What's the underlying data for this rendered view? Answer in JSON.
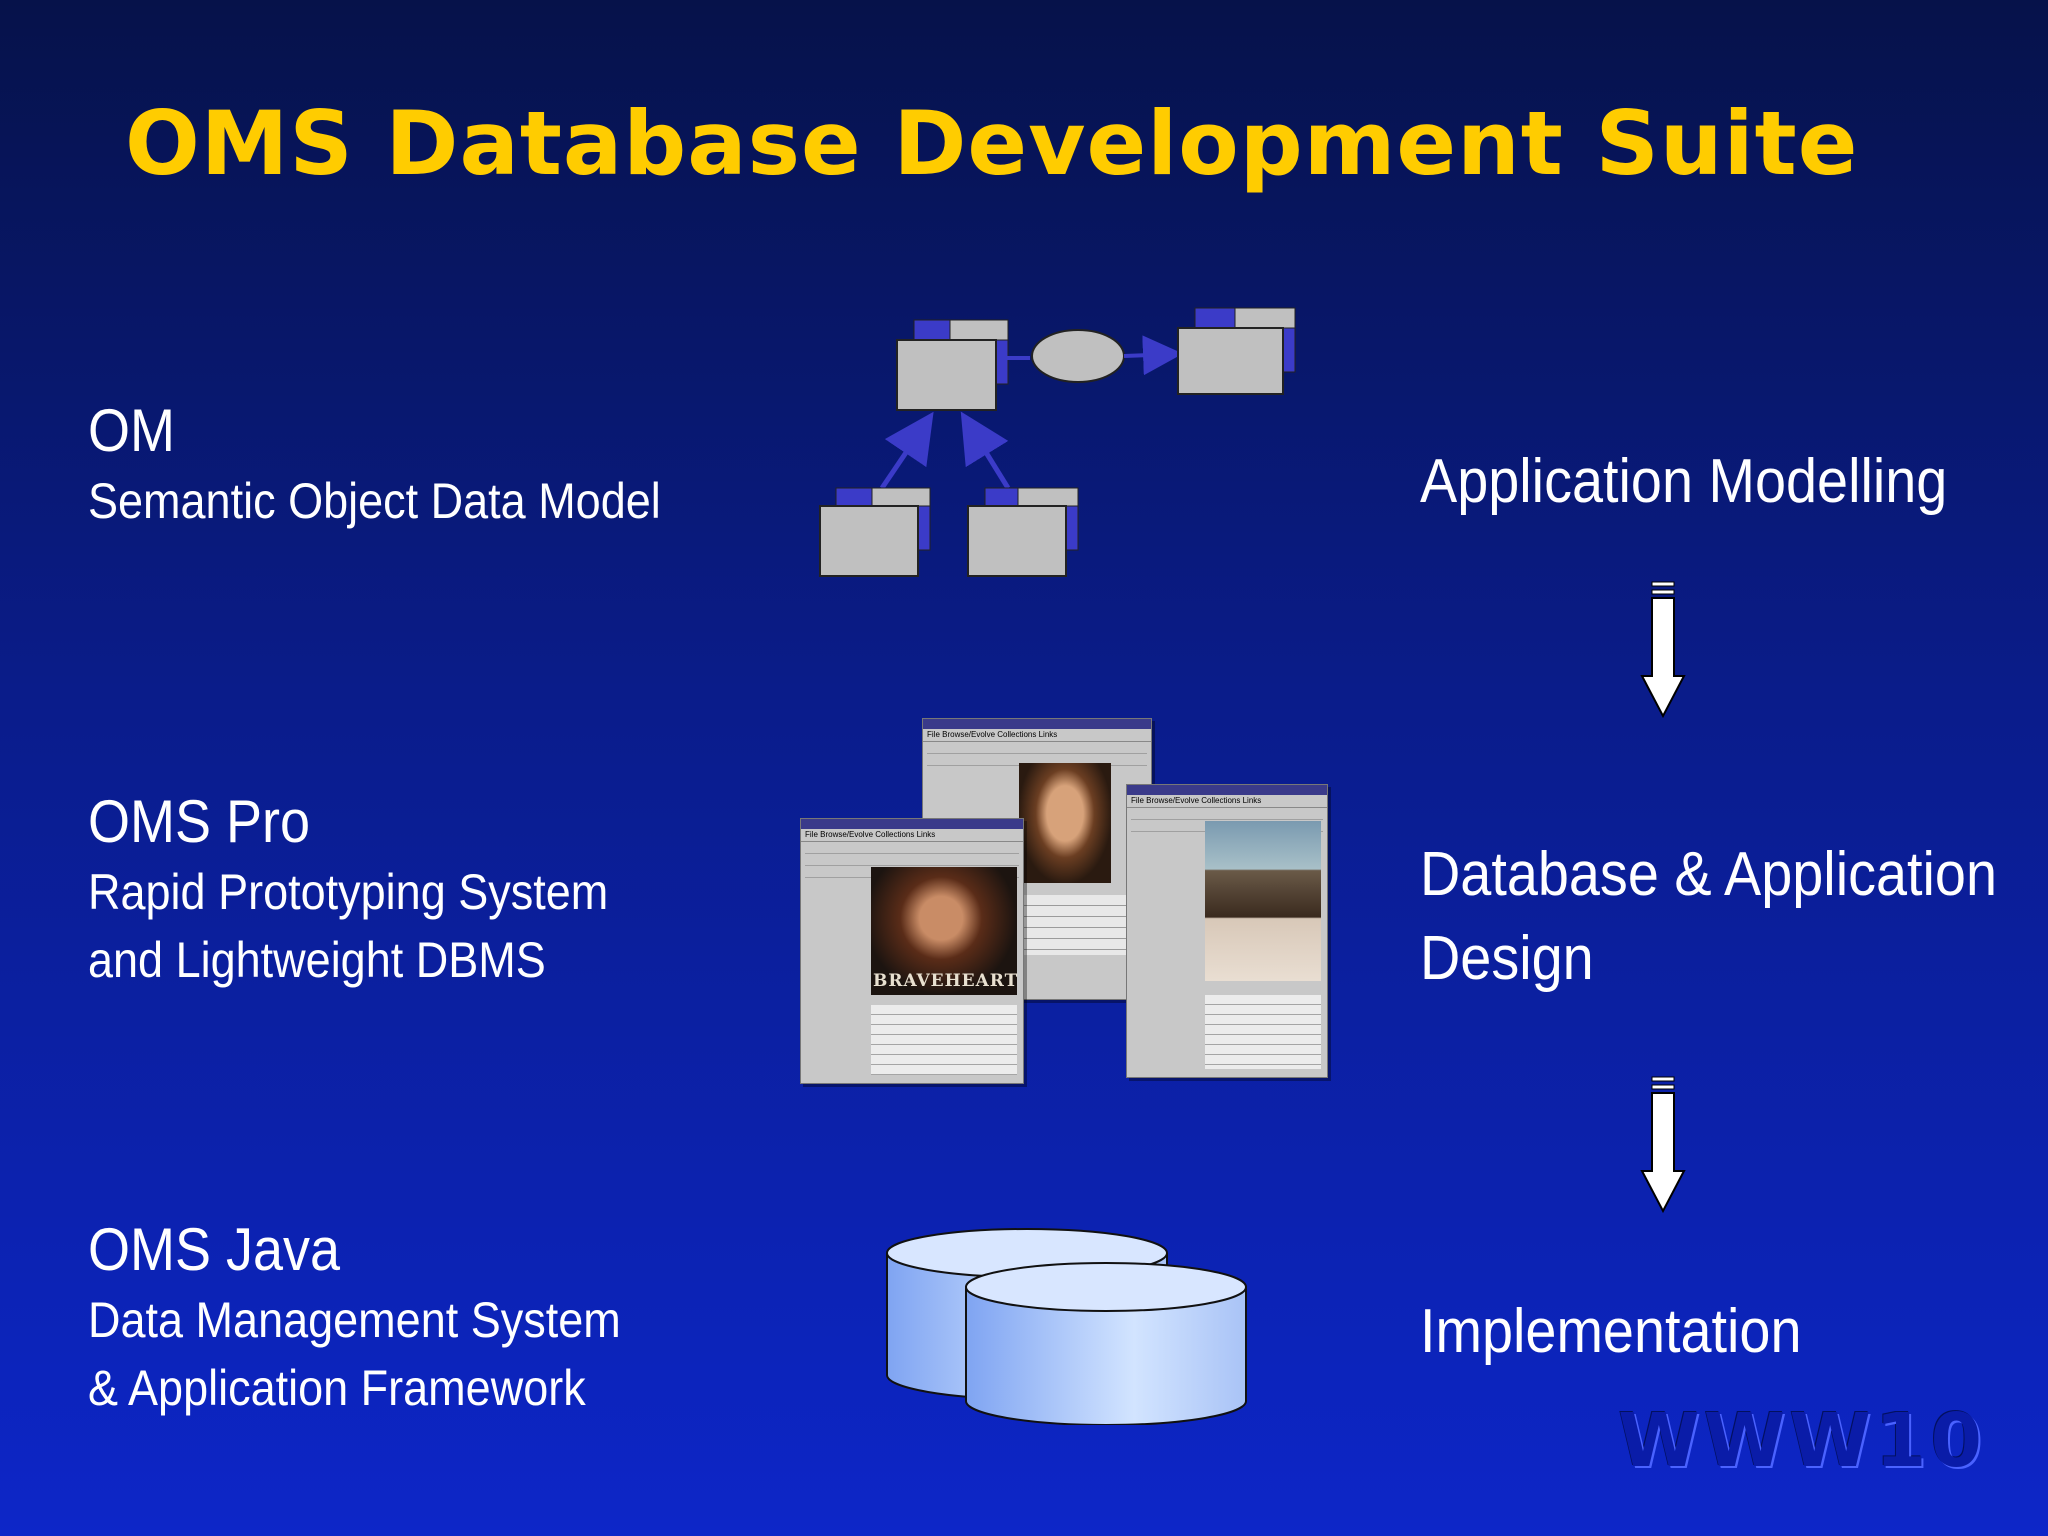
{
  "title": "OMS Database Development Suite",
  "components": [
    {
      "name": "OM",
      "desc": [
        "Semantic Object Data Model"
      ]
    },
    {
      "name": "OMS Pro",
      "desc": [
        "Rapid Prototyping System",
        "and Lightweight DBMS"
      ]
    },
    {
      "name": "OMS Java",
      "desc": [
        "Data Management System",
        "& Application Framework"
      ]
    }
  ],
  "stages": {
    "modelling": "Application Modelling",
    "design_line1": "Database & Application",
    "design_line2": "Design",
    "implementation": "Implementation"
  },
  "screenshots": {
    "braveheart_caption": "BRAVEHEART"
  },
  "watermark": "WWW10",
  "colors": {
    "title": "#ffcc00",
    "text": "#ffffff",
    "box_fill": "#c0c0c0",
    "box_accent": "#3b3bc8"
  },
  "icons": [
    "object-diagram",
    "arrow-down-icon",
    "database-cylinder-icon"
  ]
}
